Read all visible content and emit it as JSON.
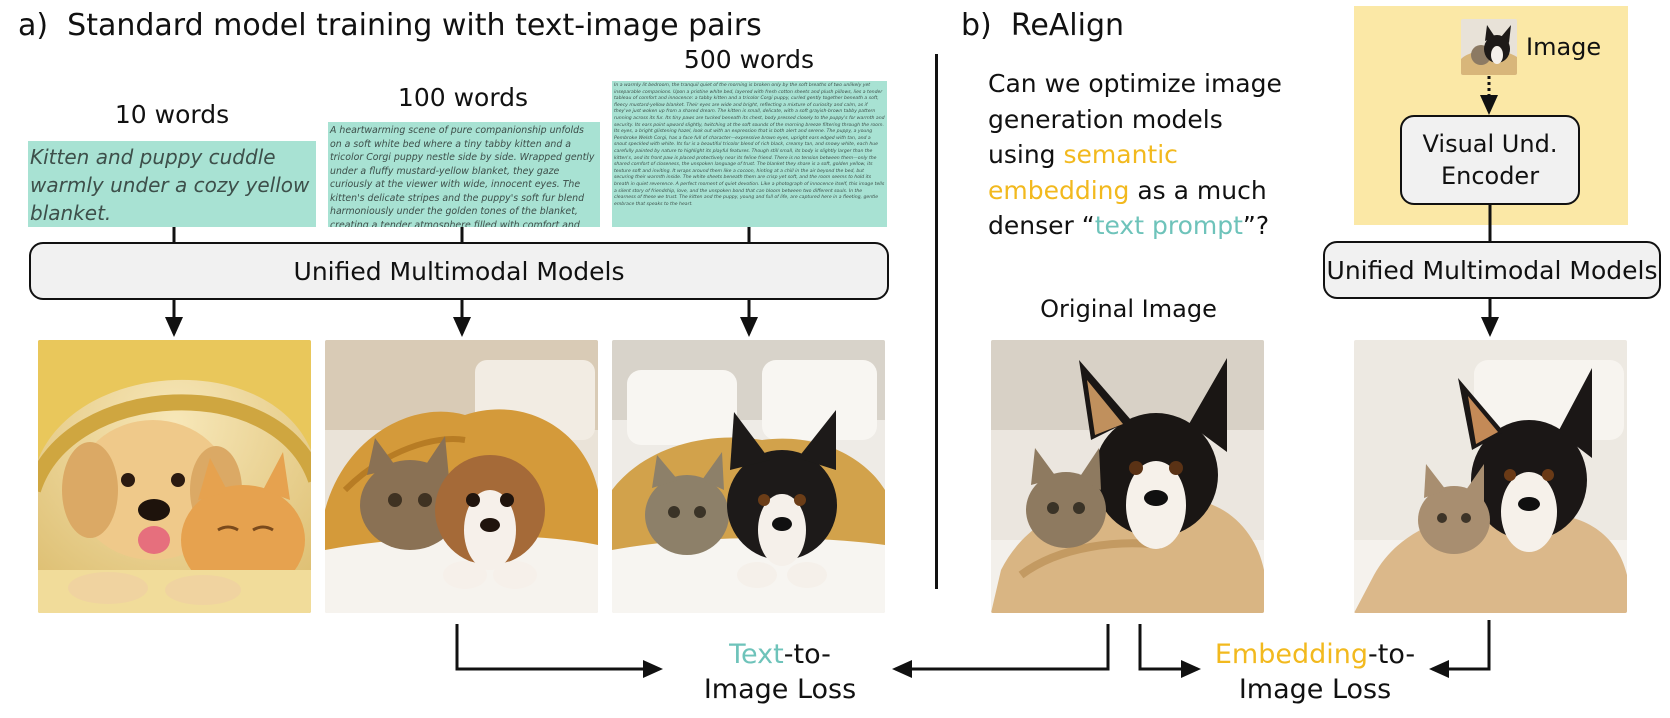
{
  "panel_a": {
    "title": "a)  Standard model training with text-image pairs",
    "captions": [
      {
        "label": "10 words",
        "text": "Kitten and puppy cuddle warmly under a cozy yellow blanket."
      },
      {
        "label": "100 words",
        "text": "A heartwarming scene of pure companionship unfolds on a soft white bed where a tiny tabby kitten and a tricolor Corgi puppy nestle side by side. Wrapped gently under a fluffy mustard-yellow blanket, they gaze curiously at the viewer with wide, innocent eyes. The kitten's delicate stripes and the puppy's soft fur blend harmoniously under the golden tones of the blanket, creating a tender atmosphere filled with comfort and warmth. Their small heads rest close, touching lightly, as if they've found solace in each other's presence. The peaceful bedroom backdrop adds a serene touch to this moment of affection."
      },
      {
        "label": "500 words",
        "text": "In a warmly lit bedroom, the tranquil quiet of the morning is broken only by the soft breaths of two unlikely yet inseparable companions. Upon a pristine white bed, layered with fresh cotton sheets and plush pillows, lies a tender tableau of comfort and innocence: a tabby kitten and a tricolor Corgi puppy, curled gently together beneath a soft, fleecy mustard-yellow blanket. Their eyes are wide and bright, reflecting a mixture of curiosity and calm, as if they've just woken up from a shared dream. The kitten is small, delicate, with a soft grayish-brown tabby pattern running across its fur. Its tiny paws are tucked beneath its chest, body pressed closely to the puppy's for warmth and security. Its ears point upward slightly, twitching at the soft sounds of the morning breeze filtering through the room. Its eyes, a bright glistening hazel, look out with an expression that is both alert and serene. The puppy, a young Pembroke Welsh Corgi, has a face full of character—expressive brown eyes, upright ears edged with tan, and a snout speckled with white. Its fur is a beautiful tricolor blend of rich black, creamy tan, and snowy white, each hue carefully painted by nature to highlight its playful features. Though still small, its body is slightly larger than the kitten's, and its front paw is placed protectively near its feline friend. There is no tension between them—only the shared comfort of closeness, the unspoken language of trust. The blanket they share is a soft, golden yellow, its texture soft and inviting. It wraps around them like a cocoon, hinting at a chill in the air beyond the bed, but securing their warmth inside. The white sheets beneath them are crisp yet soft, and the room seems to hold its breath in quiet reverence. A perfect moment of quiet devotion. Like a photograph of innocence itself, this image tells a silent story of friendship, love, and the unspoken bond that can bloom between two different souls. In the clearness of these we trust. The kitten and the puppy, young and full of life, are captured here in a fleeting, gentle embrace that speaks to the heart."
      }
    ],
    "umm_label": "Unified Multimodal Models"
  },
  "panel_b": {
    "title": "b)  ReAlign",
    "question": {
      "part1": "Can we optimize image generation models using ",
      "highlight1": "semantic embedding",
      "part2": " as a much denser “",
      "highlight2": "text prompt",
      "part3": "”?"
    },
    "original_image_label": "Original Image",
    "image_label": "Image",
    "encoder_label": "Visual Und. Encoder",
    "umm_label": "Unified Multimodal Models"
  },
  "losses": {
    "text_loss": {
      "highlight": "Text",
      "rest1": "-to-",
      "rest2": "Image Loss"
    },
    "embedding_loss": {
      "highlight": "Embedding",
      "rest1": "-to-",
      "rest2": "Image Loss"
    }
  },
  "colors": {
    "caption_bg": "#a8e2d3",
    "teal": "#6ec3ba",
    "gold": "#f2b91e",
    "encoder_panel": "#fbe8a6",
    "box_bg": "#f1f1f1"
  },
  "images": [
    {
      "name": "golden-retriever-puppy-and-orange-kitten"
    },
    {
      "name": "tabby-kitten-and-corgi-puppy-under-blanket"
    },
    {
      "name": "kitten-and-tricolor-corgi-on-white-bed"
    },
    {
      "name": "original-kitten-and-puppy-photo"
    },
    {
      "name": "realign-generated-kitten-and-puppy"
    }
  ]
}
